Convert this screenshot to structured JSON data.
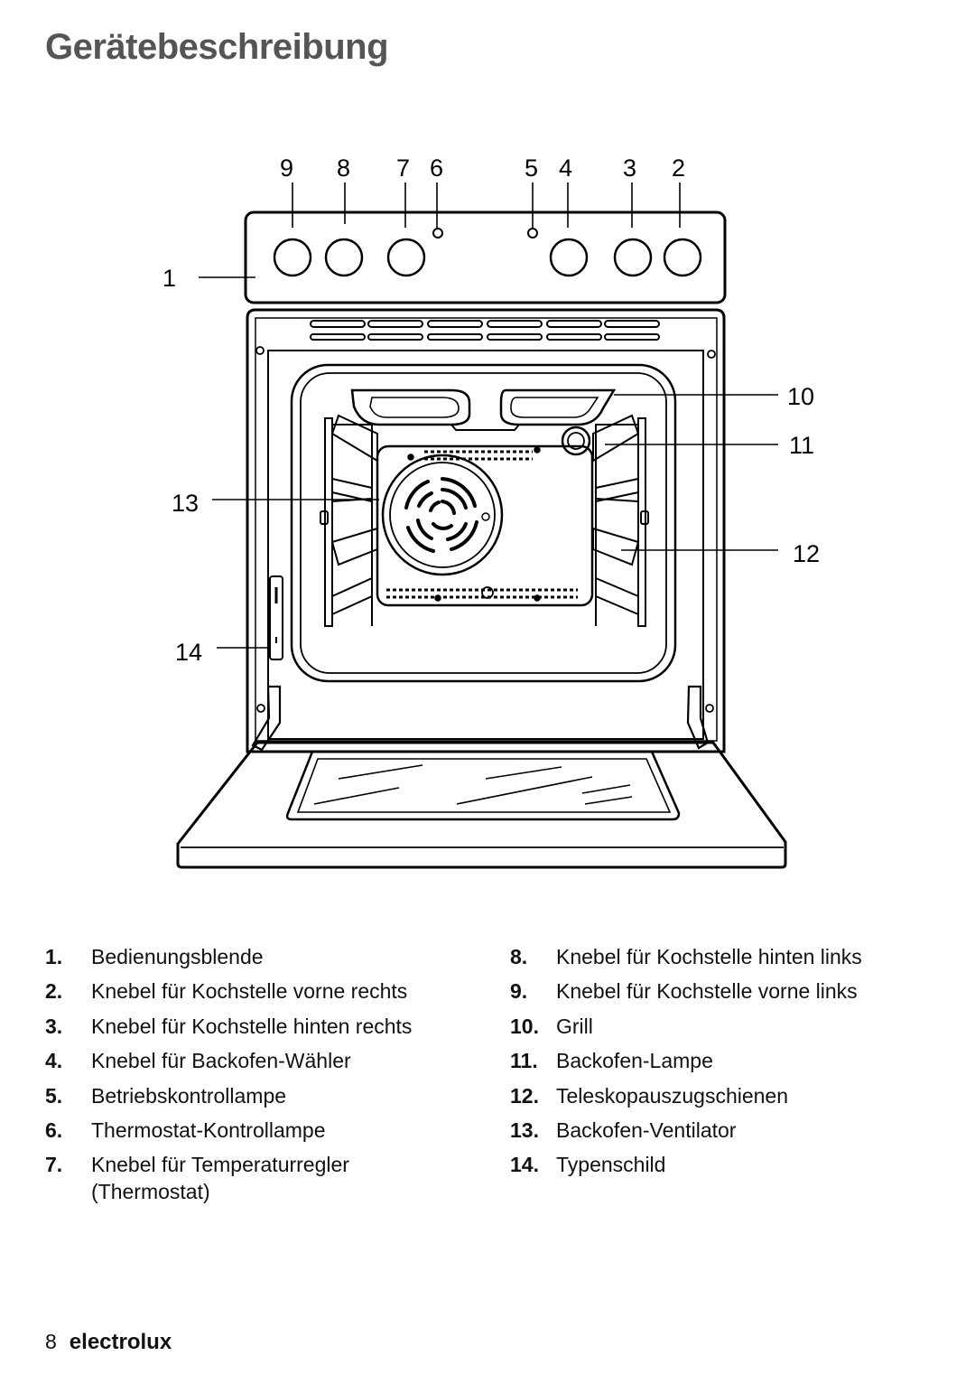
{
  "page": {
    "title": "Gerätebeschreibung",
    "page_number": "8",
    "brand": "electrolux"
  },
  "diagram": {
    "callouts": [
      "9",
      "8",
      "7",
      "6",
      "5",
      "4",
      "3",
      "2",
      "1",
      "10",
      "11",
      "12",
      "13",
      "14"
    ]
  },
  "legend": {
    "left": [
      {
        "num": "1.",
        "text": "Bedienungsblende"
      },
      {
        "num": "2.",
        "text": "Knebel für Kochstelle vorne rechts"
      },
      {
        "num": "3.",
        "text": "Knebel für Kochstelle hinten rechts"
      },
      {
        "num": "4.",
        "text": "Knebel für Backofen-Wähler"
      },
      {
        "num": "5.",
        "text": "Betriebskontrollampe"
      },
      {
        "num": "6.",
        "text": "Thermostat-Kontrollampe"
      },
      {
        "num": "7.",
        "text": "Knebel für Temperaturregler (Thermostat)"
      }
    ],
    "right": [
      {
        "num": "8.",
        "text": "Knebel für Kochstelle hinten links"
      },
      {
        "num": "9.",
        "text": "Knebel für Kochstelle vorne links"
      },
      {
        "num": "10.",
        "text": "Grill"
      },
      {
        "num": "11.",
        "text": "Backofen-Lampe"
      },
      {
        "num": "12.",
        "text": "Teleskopauszugschienen"
      },
      {
        "num": "13.",
        "text": "Backofen-Ventilator"
      },
      {
        "num": "14.",
        "text": "Typenschild"
      }
    ]
  }
}
